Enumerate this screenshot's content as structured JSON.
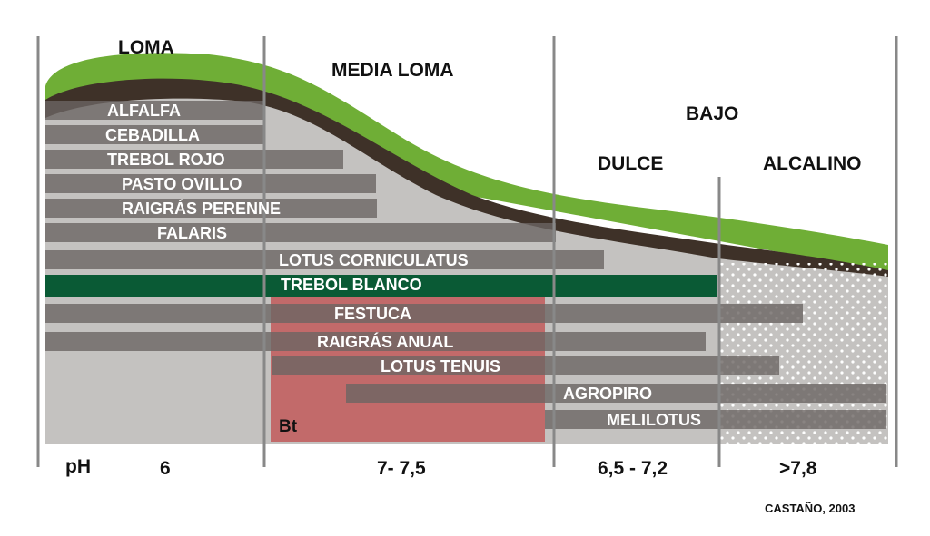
{
  "zones": {
    "loma": "LOMA",
    "media_loma": "MEDIA LOMA",
    "bajo": "BAJO",
    "dulce": "DULCE",
    "alcalino": "ALCALINO"
  },
  "species": [
    "ALFALFA",
    "CEBADILLA",
    "TREBOL ROJO",
    "PASTO OVILLO",
    "RAIGRÁS PERENNE",
    "FALARIS",
    "LOTUS CORNICULATUS",
    "TREBOL BLANCO",
    "FESTUCA",
    "RAIGRÁS ANUAL",
    "LOTUS TENUIS",
    "AGROPIRO",
    "MELILOTUS"
  ],
  "horizon_label": "Bt",
  "ph": {
    "label": "pH",
    "loma": "6",
    "media_loma": "7- 7,5",
    "dulce": "6,5 - 7,2",
    "alcalino": ">7,8"
  },
  "credit": "CASTAÑO, 2003",
  "colors": {
    "highlight": "#0a5a35",
    "bt": "#c25a5a",
    "bar": "#6b6563",
    "soil": "#c4c2c0"
  }
}
